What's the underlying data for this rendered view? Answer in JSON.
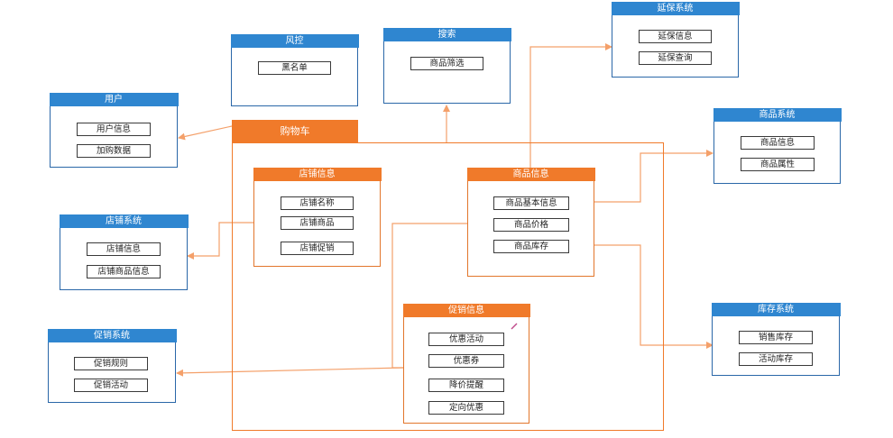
{
  "systems": {
    "risk": {
      "title": "风控",
      "items": [
        "黑名单"
      ]
    },
    "search": {
      "title": "搜索",
      "items": [
        "商品筛选"
      ]
    },
    "warranty": {
      "title": "延保系统",
      "items": [
        "延保信息",
        "延保查询"
      ]
    },
    "user": {
      "title": "用户",
      "items": [
        "用户信息",
        "加购数据"
      ]
    },
    "product": {
      "title": "商品系统",
      "items": [
        "商品信息",
        "商品属性"
      ]
    },
    "store": {
      "title": "店铺系统",
      "items": [
        "店铺信息",
        "店铺商品信息"
      ]
    },
    "inventory": {
      "title": "库存系统",
      "items": [
        "销售库存",
        "活动库存"
      ]
    },
    "promotion": {
      "title": "促销系统",
      "items": [
        "促销规则",
        "促销活动"
      ]
    }
  },
  "cart": {
    "title": "购物车",
    "store_info": {
      "title": "店铺信息",
      "items": [
        "店铺名称",
        "店铺商品",
        "店铺促销"
      ]
    },
    "product_info": {
      "title": "商品信息",
      "items": [
        "商品基本信息",
        "商品价格",
        "商品库存"
      ]
    },
    "promo_info": {
      "title": "促销信息",
      "items": [
        "优惠活动",
        "优惠券",
        "降价提醒",
        "定向优惠"
      ]
    }
  },
  "colors": {
    "system_header": "#2f86d0",
    "system_border": "#2a67a8",
    "cart_orange": "#f07a2a",
    "connector": "#f4a06a"
  }
}
